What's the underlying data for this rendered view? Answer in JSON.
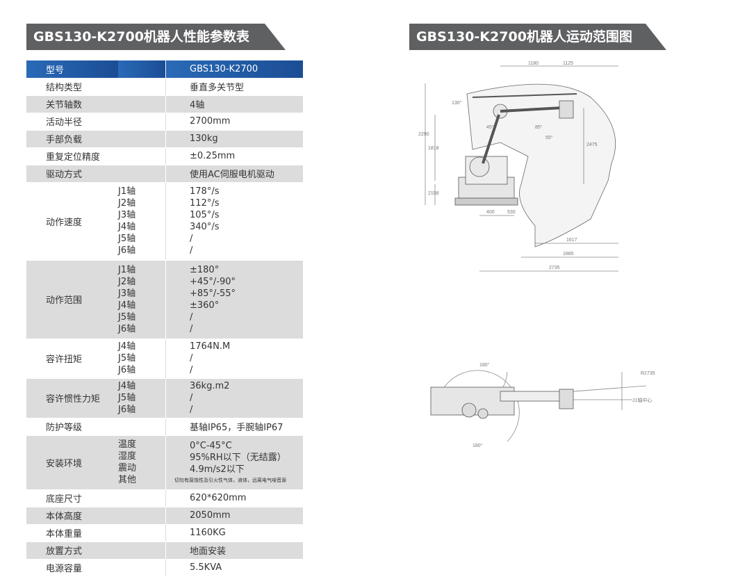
{
  "left_title": "GBS130-K2700机器人性能参数表",
  "right_title": "GBS130-K2700机器人运动范围图",
  "table": {
    "header": {
      "label": "型号",
      "value": "GBS130-K2700"
    },
    "simple_rows_top": [
      {
        "label": "结构类型",
        "value": "垂直多关节型"
      },
      {
        "label": "关节轴数",
        "value": "4轴"
      },
      {
        "label": "活动半径",
        "value": "2700mm"
      },
      {
        "label": "手部负载",
        "value": "130kg"
      },
      {
        "label": "重复定位精度",
        "value": "±0.25mm"
      },
      {
        "label": "驱动方式",
        "value": "使用AC伺服电机驱动"
      }
    ],
    "speed": {
      "label": "动作速度",
      "axes": [
        "J1轴",
        "J2轴",
        "J3轴",
        "J4轴",
        "J5轴",
        "J6轴"
      ],
      "values": [
        "178°/s",
        "112°/s",
        "105°/s",
        "340°/s",
        "/",
        "/"
      ]
    },
    "range": {
      "label": "动作范围",
      "axes": [
        "J1轴",
        "J2轴",
        "J3轴",
        "J4轴",
        "J5轴",
        "J6轴"
      ],
      "values": [
        "±180°",
        "+45°/-90°",
        "+85°/-55°",
        "±360°",
        "/",
        "/"
      ]
    },
    "torque": {
      "label": "容许扭矩",
      "axes": [
        "J4轴",
        "J5轴",
        "J6轴"
      ],
      "values": [
        "1764N.M",
        "/",
        "/"
      ]
    },
    "inertia": {
      "label": "容许惯性力矩",
      "axes": [
        "J4轴",
        "J5轴",
        "J6轴"
      ],
      "values": [
        "36kg.m2",
        "/",
        "/"
      ]
    },
    "protection": {
      "label": "防护等级",
      "value": "基轴IP65，手腕轴IP67"
    },
    "environment": {
      "label": "安装环境",
      "items": [
        "温度",
        "湿度",
        "震动",
        "其他"
      ],
      "values": [
        "0°C-45°C",
        "95%RH以下（无结露）",
        "4.9m/s2以下",
        "切勿有腐蚀性及引火性气体，液体，远离电气噪音源"
      ]
    },
    "simple_rows_bottom": [
      {
        "label": "底座尺寸",
        "value": "620*620mm"
      },
      {
        "label": "本体高度",
        "value": "2050mm"
      },
      {
        "label": "本体重量",
        "value": "1160KG"
      },
      {
        "label": "放置方式",
        "value": "地面安装"
      },
      {
        "label": "电源容量",
        "value": "5.5KVA"
      }
    ]
  },
  "side_view": {
    "dims_top": [
      "1180",
      "1125"
    ],
    "dims_left": [
      "2290",
      "1818",
      "2158"
    ],
    "dims_right": [
      "2475"
    ],
    "dims_bottom": [
      "400",
      "530",
      "1617",
      "1885",
      "2735"
    ],
    "angles": [
      "130°",
      "45°",
      "85°",
      "55°"
    ]
  },
  "top_view": {
    "angles": [
      "180°",
      "180°"
    ],
    "labels": [
      "R2735",
      "J1轴中心"
    ]
  }
}
